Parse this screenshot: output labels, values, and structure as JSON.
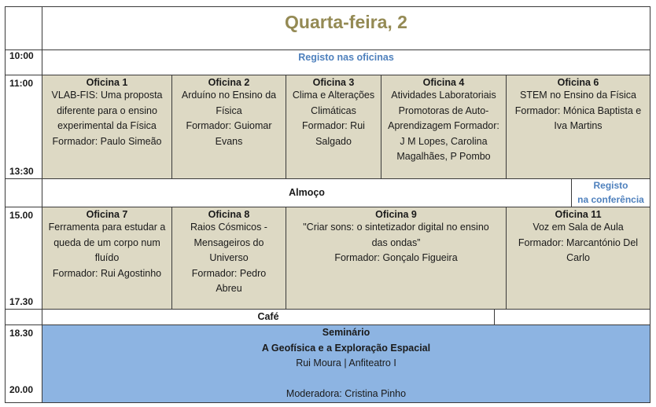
{
  "day_title": "Quarta-feira, 2",
  "times": {
    "t1000": "10:00",
    "t1100": "11:00",
    "t1330": "13:30",
    "t1500": "15.00",
    "t1730": "17.30",
    "t1830": "18.30",
    "t2000": "20.00"
  },
  "registo_oficinas": "Registo nas oficinas",
  "morning": [
    {
      "title": "Oficina 1",
      "lines": [
        "VLAB-FIS: Uma proposta",
        "diferente para o ensino",
        "experimental da Física",
        "Formador:  Paulo Simeão"
      ]
    },
    {
      "title": "Oficina 2",
      "lines": [
        "Arduíno no Ensino da",
        "Física",
        "Formador:  Guiomar",
        "Evans"
      ]
    },
    {
      "title": "Oficina 3",
      "lines": [
        "Clima e Alterações",
        "Climáticas",
        "Formador: Rui",
        "Salgado"
      ]
    },
    {
      "title": "Oficina 4",
      "lines": [
        "Atividades Laboratoriais",
        "Promotoras de Auto-",
        "Aprendizagem Formador:",
        "J M Lopes, Carolina",
        "Magalhães, P Pombo"
      ]
    },
    {
      "title": "Oficina 6",
      "lines": [
        "STEM no Ensino da Física",
        "Formador: Mónica Baptista e",
        "Iva Martins"
      ]
    }
  ],
  "almoco": "Almoço",
  "registo_conferencia": [
    "Registo",
    "na conferência"
  ],
  "afternoon": [
    {
      "title": "Oficina 7",
      "lines": [
        "Ferramenta para estudar a",
        "queda de um corpo num",
        "fluído",
        "Formador: Rui Agostinho"
      ]
    },
    {
      "title": "Oficina 8",
      "lines": [
        "Raios Cósmicos -",
        "Mensageiros do",
        "Universo",
        "Formador: Pedro",
        "Abreu"
      ]
    },
    {
      "title": "Oficina 9",
      "lines": [
        "\"Criar sons: o sintetizador digital no ensino",
        "das ondas”",
        "Formador: Gonçalo Figueira"
      ]
    },
    {
      "title": "Oficina 11",
      "lines": [
        "Voz em Sala de Aula",
        "Formador:  Marcantónio Del",
        "Carlo"
      ]
    }
  ],
  "cafe": "Café",
  "seminario": {
    "label": "Seminário",
    "title": "A Geofísica e a Exploração Espacial",
    "speaker": "Rui Moura | Anfiteatro I",
    "moderator": "Moderadora: Cristina Pinho"
  }
}
